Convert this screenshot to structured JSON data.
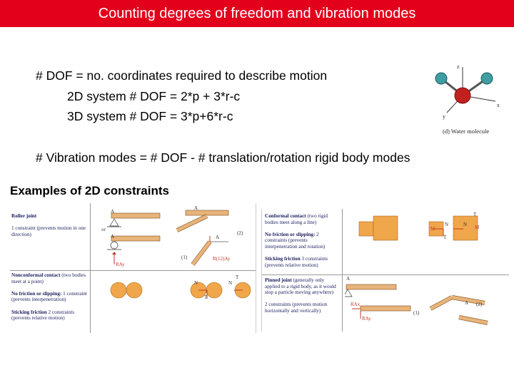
{
  "slide": {
    "title": "Counting degrees of freedom and vibration modes",
    "line1": "# DOF = no. coordinates required to describe motion",
    "line2": "2D system # DOF = 2*p + 3*r-c",
    "line3": "3D system # DOF = 3*p+6*r-c",
    "line4": "# Vibration modes = # DOF - # translation/rotation rigid body modes",
    "examples_heading": "Examples of 2D constraints"
  },
  "molecule": {
    "caption": "(d) Water molecule",
    "axis_z": "z",
    "axis_x": "x",
    "axis_y": "y",
    "colors": {
      "oxygen": "#c0201e",
      "hydrogen": "#3f9ea4",
      "accent": "#e3001b"
    }
  },
  "left_table": {
    "roller": {
      "title": "Roller joint",
      "desc": "1 constraint (prevents motion in one direction)",
      "or": "or",
      "label_a": "A",
      "label_ray": "RAy"
    },
    "nonconformal": {
      "title": "Nonconformal contact",
      "subtitle": "(two bodies meet at a point)",
      "no_friction_title": "No friction or slipping:",
      "no_friction_desc": "1 constraint (prevents interpenetration)",
      "sticking_title": "Sticking friction",
      "sticking_desc": "2 constraints (prevents relative motion)"
    },
    "labels": {
      "one": "(1)",
      "two": "(2)",
      "n": "N",
      "t": "T",
      "a": "A",
      "r12": "R(12)Ay"
    }
  },
  "right_table": {
    "conformal": {
      "title": "Conformal contact",
      "subtitle": "(two rigid bodies meet along a line)",
      "no_friction_title": "No friction or slipping:",
      "no_friction_desc": "2 constraints (prevents interpenetration and rotation)",
      "sticking_title": "Sticking friction",
      "sticking_desc": "3 constraints (prevents relative motion)"
    },
    "pinned": {
      "title": "Pinned joint",
      "desc": "(generally only applied to a rigid body, as it would stop a particle moving anywhere)",
      "constraints": "2 constraints (prevents motion horizontally and vertically)"
    },
    "labels": {
      "m": "M",
      "n": "N",
      "t": "T",
      "a": "A",
      "one": "(1)",
      "two": "(2)",
      "rax": "RAx",
      "ray": "RAy"
    }
  }
}
